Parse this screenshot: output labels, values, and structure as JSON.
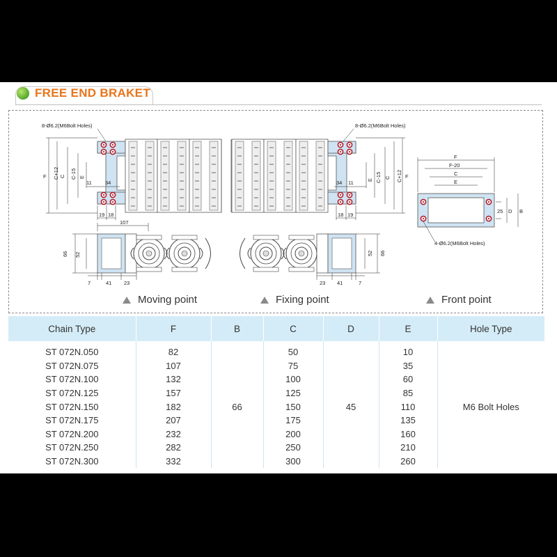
{
  "header": {
    "title": "FREE END BRAKET"
  },
  "drawings": {
    "moving": {
      "caption": "Moving point",
      "hole_note": "8-Ø6.2(M6Bolt Holes)",
      "dims": {
        "f": "F",
        "c12": "C+12",
        "c": "C",
        "c15": "C-15",
        "e": "E",
        "d11": "11",
        "d34": "34",
        "d19": "19",
        "d18": "18",
        "d107": "107",
        "d66": "66",
        "d52": "52",
        "d7": "7",
        "d41": "41",
        "d23": "23"
      }
    },
    "fixing": {
      "caption": "Fixing point",
      "hole_note": "8-Ø6.2(M6Bolt Holes)",
      "dims": {
        "f": "F",
        "c12": "C+12",
        "c": "C",
        "c15": "C-15",
        "e": "E",
        "d34": "34",
        "d11": "11",
        "d18": "18",
        "d19": "19",
        "d66": "66",
        "d52": "52",
        "d23": "23",
        "d41": "41",
        "d7": "7"
      }
    },
    "front": {
      "caption": "Front point",
      "hole_note": "4-Ø6.2(M6Bolt Holes)",
      "dims": {
        "f": "F",
        "f20": "F-20",
        "c": "C",
        "e": "E",
        "d25": "25",
        "d": "D",
        "b": "B"
      }
    }
  },
  "colors": {
    "accent": "#e8741b",
    "bracket_fill": "#cfe3f2",
    "header_fill": "#d4ecf7",
    "hole": "#b21f2d"
  },
  "table": {
    "headers": [
      "Chain Type",
      "F",
      "B",
      "C",
      "D",
      "E",
      "Hole Type"
    ],
    "rows": [
      {
        "type": "ST 072N.050",
        "f": "82",
        "c": "50",
        "e": "10"
      },
      {
        "type": "ST 072N.075",
        "f": "107",
        "c": "75",
        "e": "35"
      },
      {
        "type": "ST 072N.100",
        "f": "132",
        "c": "100",
        "e": "60"
      },
      {
        "type": "ST 072N.125",
        "f": "157",
        "c": "125",
        "e": "85"
      },
      {
        "type": "ST 072N.150",
        "f": "182",
        "c": "150",
        "e": "110"
      },
      {
        "type": "ST 072N.175",
        "f": "207",
        "c": "175",
        "e": "135"
      },
      {
        "type": "ST 072N.200",
        "f": "232",
        "c": "200",
        "e": "160"
      },
      {
        "type": "ST 072N.250",
        "f": "282",
        "c": "250",
        "e": "210"
      },
      {
        "type": "ST 072N.300",
        "f": "332",
        "c": "300",
        "e": "260"
      }
    ],
    "b_value": "66",
    "d_value": "45",
    "hole_type": "M6 Bolt Holes"
  }
}
